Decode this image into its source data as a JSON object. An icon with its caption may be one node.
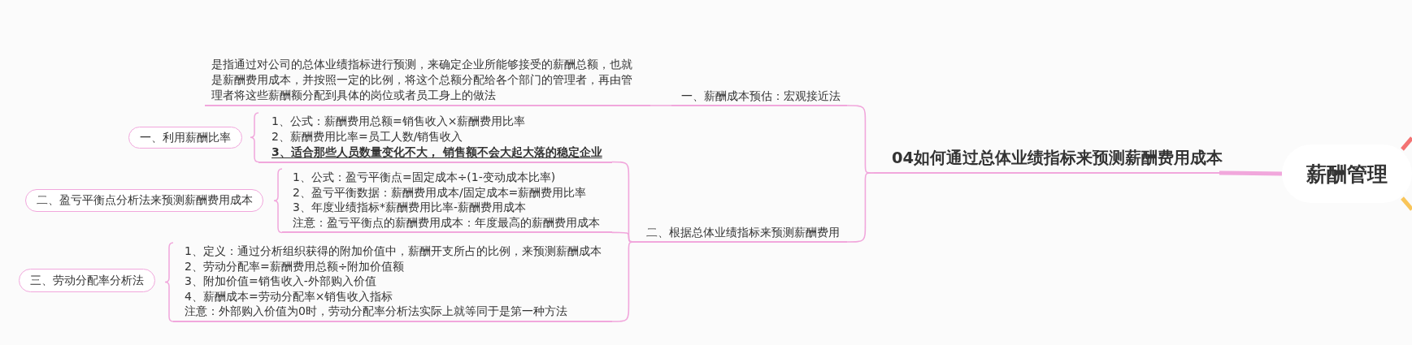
{
  "diagram": {
    "nodes": [
      {
        "text": [
          "薪酬管理"
        ]
      },
      {
        "text": [
          "04如何通过总体业绩指标来预测薪酬费用成本"
        ]
      },
      {
        "text": [
          "一、薪酬成本预估：宏观接近法"
        ]
      },
      {
        "text": [
          "是指通过对公司的总体业绩指标进行预测，来确定企业所能够接受的薪酬总额，也就是薪酬费用成本，并按照一定的比例，将这个总额分配给各个部门的管理者，再由管理者将这些薪酬额分配到具体的岗位或者员工身上的做法"
        ]
      },
      {
        "text": [
          "二、根据总体业绩指标来预测薪酬费用"
        ]
      },
      {
        "text": [
          "1、公式：薪酬费用总额=销售收入×薪酬费用比率",
          "2、薪酬费用比率=员工人数/销售收入",
          "3、适合那些人员数量变化不大， 销售额不会大起大落的稳定企业"
        ]
      },
      {
        "text": [
          "一、利用薪酬比率"
        ]
      },
      {
        "text": [
          "1、公式：盈亏平衡点=固定成本÷(1-变动成本比率)",
          "2、盈亏平衡数据：薪酬费用成本/固定成本=薪酬费用比率",
          "3、年度业绩指标*薪酬费用比率-薪酬费用成本",
          "注意：盈亏平衡点的薪酬费用成本：年度最高的薪酬费用成本"
        ]
      },
      {
        "text": [
          "二、盈亏平衡点分析法来预测薪酬费用成本"
        ]
      },
      {
        "text": [
          "1、定义：通过分析组织获得的附加价值中，薪酬开支所占的比例，来预测薪酬成本",
          "2、劳动分配率=薪酬费用总额÷附加价值额",
          "3、附加价值=销售收入-外部购入价值",
          "4、薪酬成本=劳动分配率×销售收入指标",
          "注意：外部购入价值为0时，劳动分配率分析法实际上就等同于是第一种方法"
        ]
      },
      {
        "text": [
          "三、劳动分配率分析法"
        ]
      }
    ],
    "edges": [
      {
        "from": 0,
        "to": 1,
        "arrow": "none",
        "style": "thick"
      },
      {
        "from": 1,
        "to": 2,
        "arrow": "none"
      },
      {
        "from": 2,
        "to": 3,
        "arrow": "none"
      },
      {
        "from": 1,
        "to": 4,
        "arrow": "none"
      },
      {
        "from": 4,
        "to": 5,
        "arrow": "none"
      },
      {
        "from": 4,
        "to": 7,
        "arrow": "none"
      },
      {
        "from": 4,
        "to": 9,
        "arrow": "none"
      },
      {
        "from": 0,
        "to": null,
        "arrow": "none",
        "style": "thick",
        "color": "#f37272"
      },
      {
        "from": 0,
        "to": null,
        "arrow": "none",
        "style": "thick",
        "color": "#f9c559"
      }
    ]
  }
}
